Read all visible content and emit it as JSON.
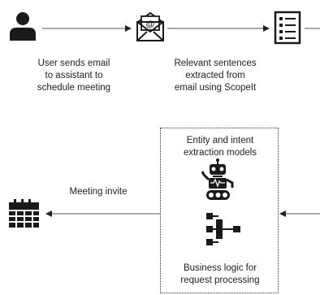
{
  "captions": {
    "user_step": [
      "User sends email",
      "to assistant to",
      "schedule meeting"
    ],
    "extract_step": [
      "Relevant sentences",
      "extracted from",
      "email using ScopeIt"
    ],
    "models": [
      "Entity and intent",
      "extraction models"
    ],
    "logic": [
      "Business logic for",
      "request processing"
    ],
    "invite": "Meeting invite"
  },
  "icons": {
    "user": "user-icon",
    "email": "envelope-at-icon",
    "document": "document-list-icon",
    "robot": "robot-icon",
    "hierarchy": "flowchart-hierarchy-icon",
    "calendar": "calendar-icon"
  },
  "colors": {
    "icon": "#1a1a1a",
    "line": "#444444"
  }
}
